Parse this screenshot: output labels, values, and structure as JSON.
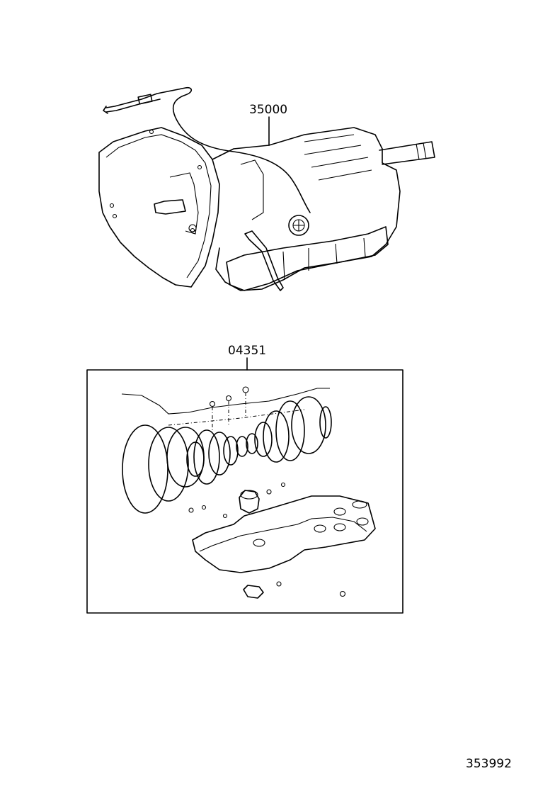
{
  "diagram": {
    "parts": [
      {
        "number": "35000"
      },
      {
        "number": "04351"
      }
    ],
    "figure_id": "353992"
  }
}
